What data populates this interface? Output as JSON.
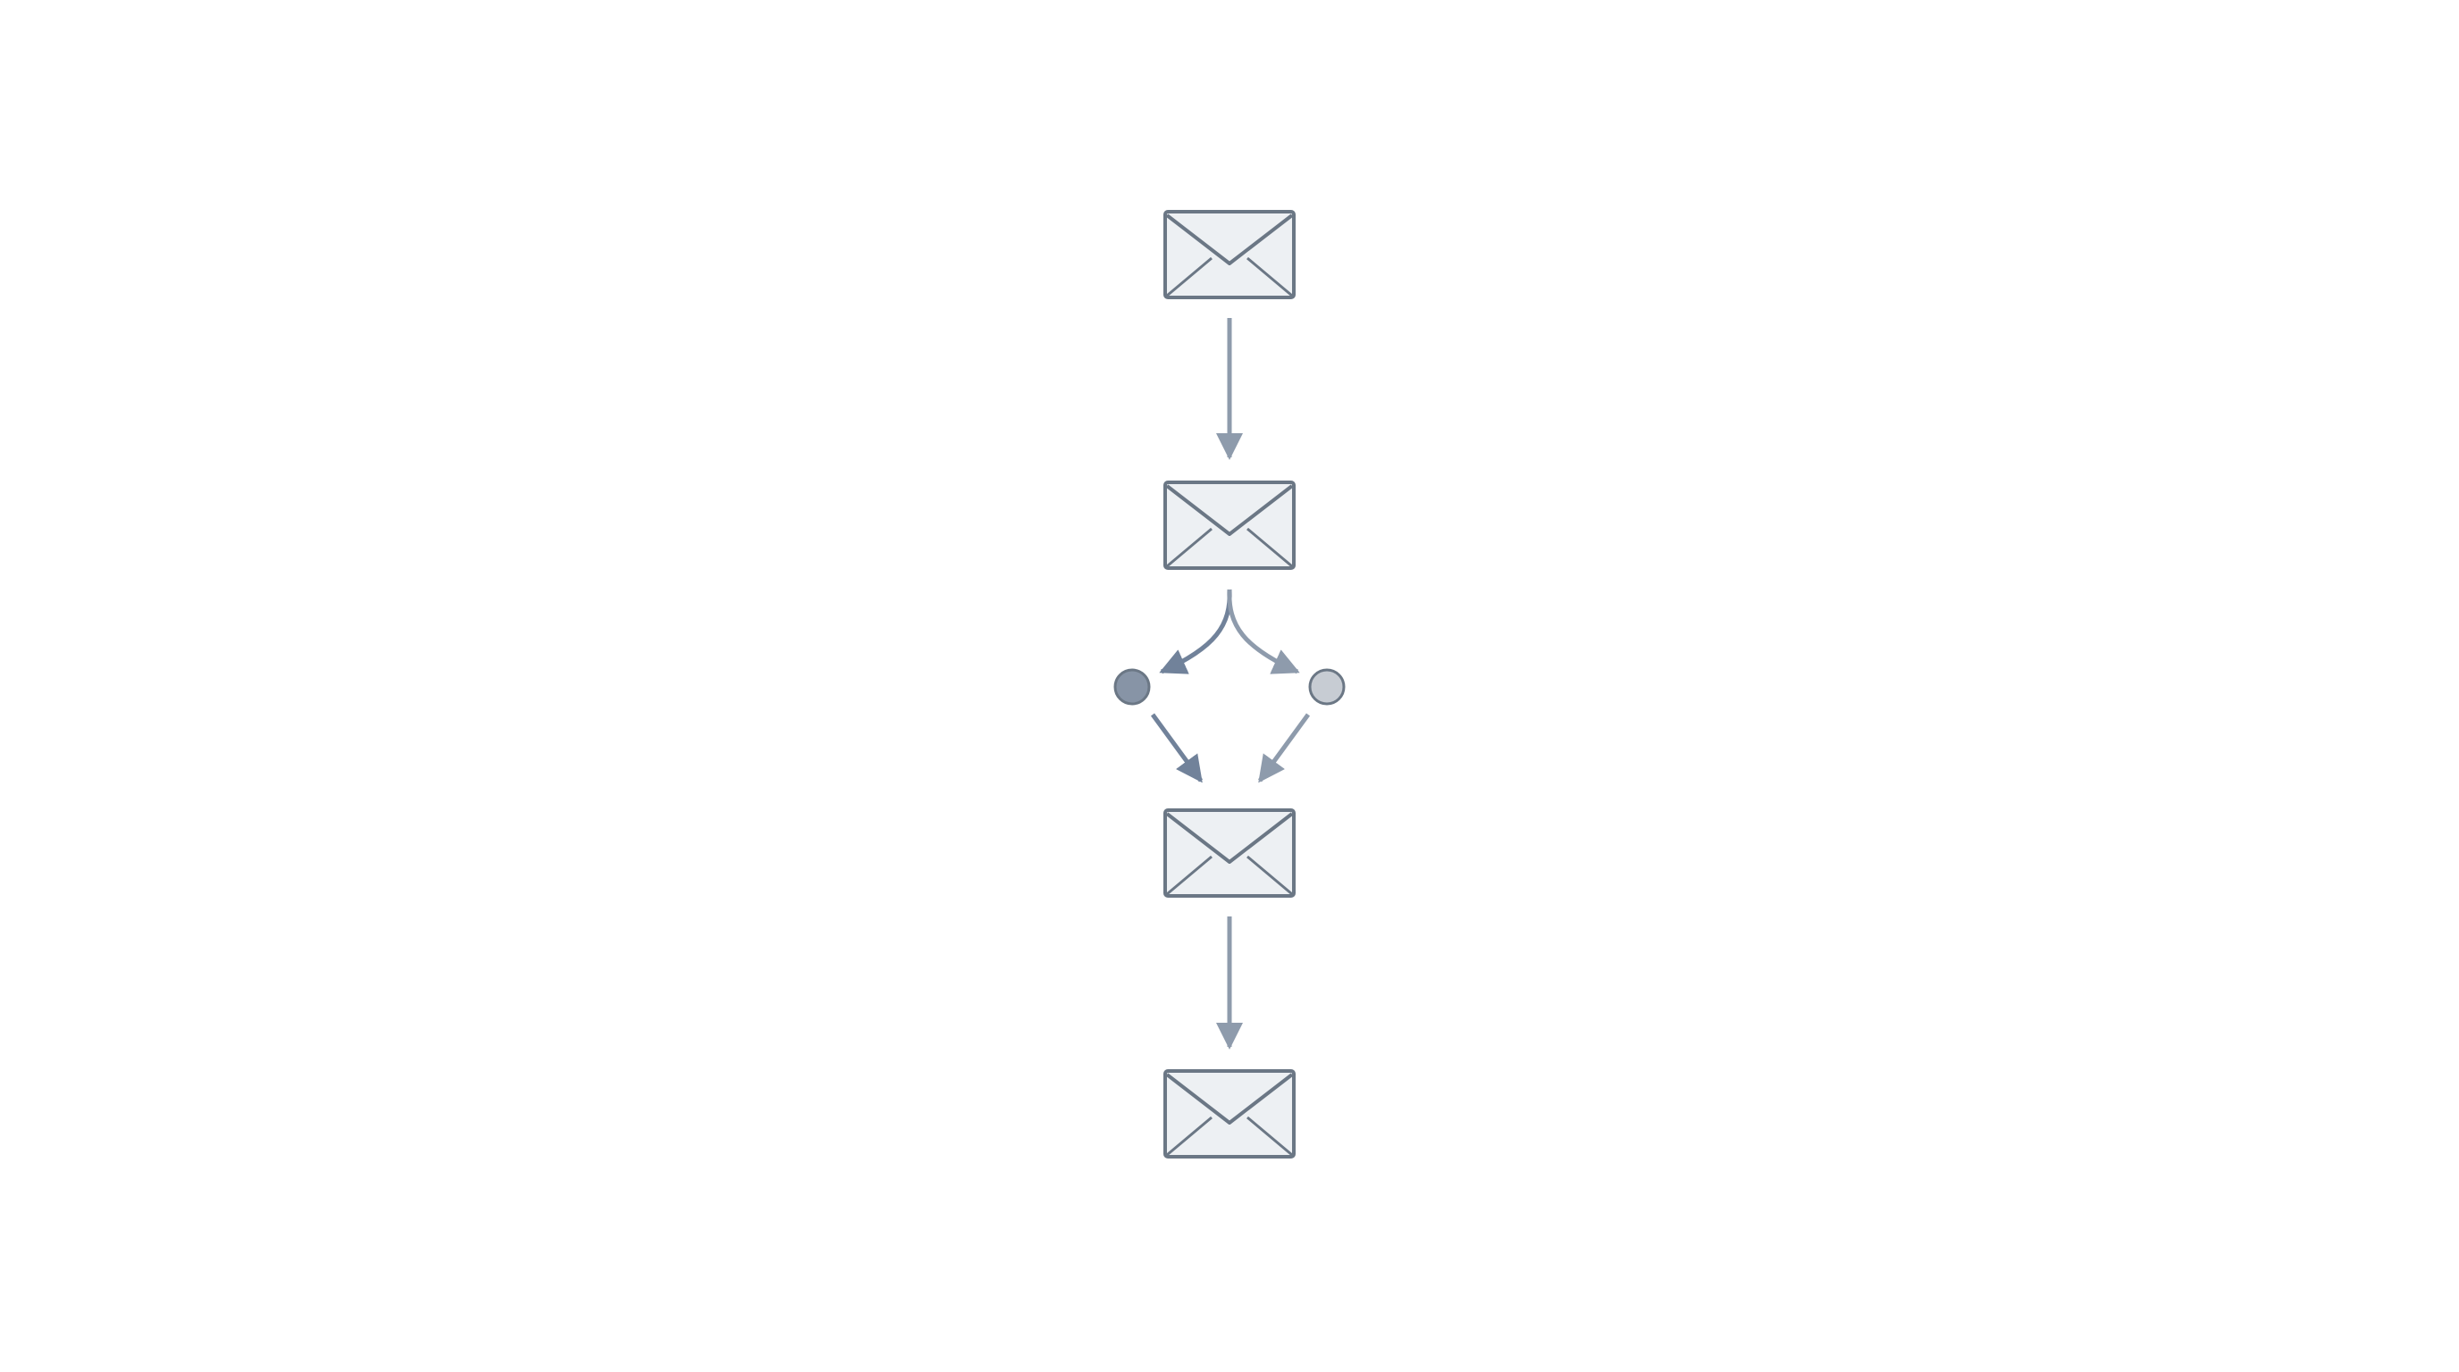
{
  "diagram": {
    "nodes": [
      {
        "id": "message-1",
        "icon": "envelope-icon"
      },
      {
        "id": "message-2",
        "icon": "envelope-icon"
      },
      {
        "id": "branch-left",
        "icon": "dot-icon"
      },
      {
        "id": "branch-right",
        "icon": "dot-icon"
      },
      {
        "id": "message-3",
        "icon": "envelope-icon"
      },
      {
        "id": "message-4",
        "icon": "envelope-icon"
      }
    ],
    "edges": [
      {
        "from": "message-1",
        "to": "message-2"
      },
      {
        "from": "message-2",
        "to": "branch-left"
      },
      {
        "from": "message-2",
        "to": "branch-right"
      },
      {
        "from": "branch-left",
        "to": "message-3"
      },
      {
        "from": "branch-right",
        "to": "message-3"
      },
      {
        "from": "message-3",
        "to": "message-4"
      }
    ]
  },
  "colors": {
    "background": "#ffffff",
    "envelope_stroke": "#6b7785",
    "envelope_fill": "#edf0f3",
    "arrow_primary": "#8e9bac",
    "arrow_dark": "#71829a",
    "dot_left": "#8794a6",
    "dot_right": "#c7ccd3",
    "dot_stroke": "#6b7785"
  }
}
